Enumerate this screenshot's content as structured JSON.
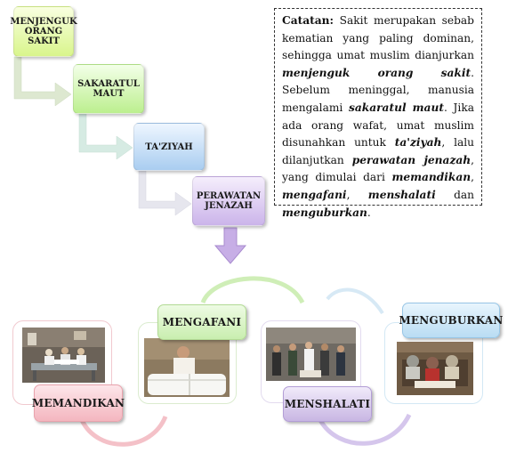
{
  "steps": [
    {
      "line1": "MENJENGUK",
      "line2": "ORANG",
      "line3": "SAKIT"
    },
    {
      "line1": "SAKARATUL",
      "line2": "MAUT"
    },
    {
      "line1": "TA'ZIYAH"
    },
    {
      "line1": "PERAWATAN",
      "line2": "JENAZAH"
    }
  ],
  "note": {
    "label": "Catatan:",
    "t1": " Sakit merupakan sebab kematian yang paling dominan, sehingga umat muslim dianjurkan ",
    "k1": "menjenguk orang sakit",
    "t2": ". Sebelum meninggal, manusia mengalami ",
    "k2": "sakaratul maut",
    "t3": ". Jika ada orang wafat, umat muslim disunahkan untuk ",
    "k3": "ta'ziyah",
    "t4": ", lalu dilanjutkan ",
    "k4": "perawatan jenazah",
    "t5": ", yang dimulai dari ",
    "k5": "memandikan",
    "t6": ", ",
    "k6": "mengafani",
    "t7": ", ",
    "k7": "menshalati",
    "t8": " dan ",
    "k8": "menguburkan",
    "t9": "."
  },
  "cycle": [
    {
      "label": "MEMANDIKAN"
    },
    {
      "label": "MENGAFANI"
    },
    {
      "label": "MENSHALATI"
    },
    {
      "label": "MENGUBURKAN"
    }
  ],
  "colors": {
    "step1": "#d9f58c",
    "step2": "#bcef8f",
    "step3": "#a9cdf0",
    "step4": "#cbb4ea",
    "memandikan": "#f4b6bf",
    "mengafani": "#c9eeaf",
    "menshalati": "#c8b6e3",
    "menguburkan": "#b9dcf3"
  }
}
